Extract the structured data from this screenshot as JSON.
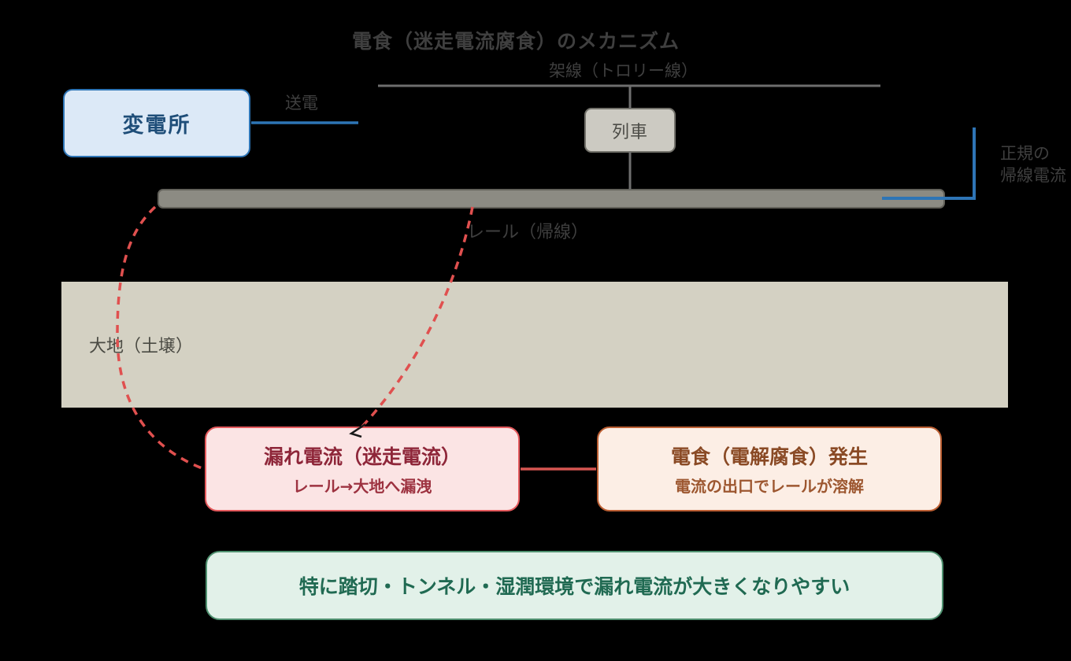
{
  "title": "電食（迷走電流腐食）のメカニズム",
  "labels": {
    "overhead_wire": "架線（トロリー線）",
    "power_send": "送電",
    "rail": "レール（帰線）",
    "ground": "大地（土壌）",
    "return_current_line1": "正規の",
    "return_current_line2": "帰線電流"
  },
  "nodes": {
    "substation": "変電所",
    "train": "列車"
  },
  "boxes": {
    "leakage": {
      "title": "漏れ電流（迷走電流）",
      "subtitle": "レール→大地へ漏洩"
    },
    "corrosion": {
      "title": "電食（電解腐食）発生",
      "subtitle": "電流の出口でレールが溶解"
    },
    "note": {
      "text": "特に踏切・トンネル・湿潤環境で漏れ電流が大きくなりやすい"
    }
  },
  "colors": {
    "bg": "#000000",
    "label_text": "#3f3f3f",
    "blue": "#2e75b6",
    "substation_fill": "#dce9f7",
    "substation_text": "#1f4e79",
    "train_fill": "#cccac2",
    "train_border": "#73726b",
    "train_text": "#4c4c47",
    "wire_gray": "#6e6e6e",
    "rail_fill": "#8c8b83",
    "rail_border": "#63625b",
    "ground_fill": "#d4d1c3",
    "ground_text": "#4a4a43",
    "dash_red": "#e0504f",
    "connector_red": "#d65551",
    "arrow_black": "#1a1a1a",
    "leak_fill": "#fbe4e4",
    "leak_border": "#e4595c",
    "leak_title": "#8e2639",
    "leak_sub": "#9d3240",
    "corr_fill": "#fceee5",
    "corr_border": "#bc5f33",
    "corr_title": "#8a4a25",
    "corr_sub": "#9d5730",
    "note_fill": "#e2f1e9",
    "note_border": "#4f9170",
    "note_text": "#206a52"
  }
}
